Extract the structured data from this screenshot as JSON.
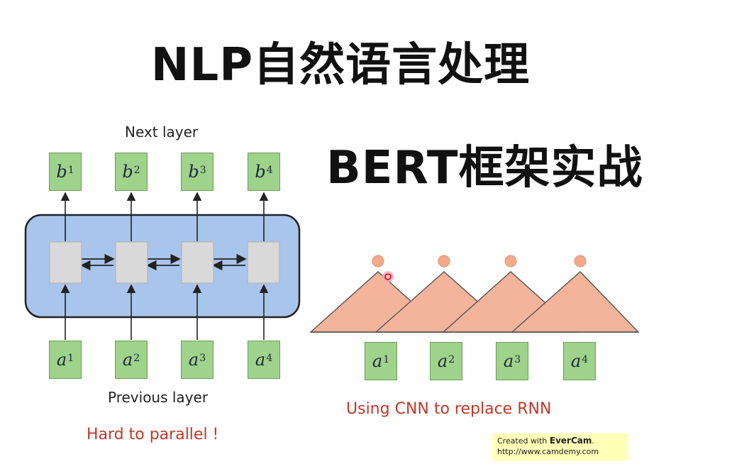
{
  "title": {
    "line1": "NLP自然语言处理",
    "line2": "BERT框架实战"
  },
  "rnn_diagram": {
    "next_layer_label": "Next layer",
    "previous_layer_label": "Previous layer",
    "note": "Hard to parallel !",
    "outputs": [
      {
        "base": "b",
        "sup": "1"
      },
      {
        "base": "b",
        "sup": "2"
      },
      {
        "base": "b",
        "sup": "3"
      },
      {
        "base": "b",
        "sup": "4"
      }
    ],
    "inputs": [
      {
        "base": "a",
        "sup": "1"
      },
      {
        "base": "a",
        "sup": "2"
      },
      {
        "base": "a",
        "sup": "3"
      },
      {
        "base": "a",
        "sup": "4"
      }
    ],
    "container_color": "#a9c5ec",
    "cell_color": "#d9d9d9"
  },
  "cnn_diagram": {
    "note": "Using CNN to replace RNN",
    "inputs": [
      {
        "base": "a",
        "sup": "1"
      },
      {
        "base": "a",
        "sup": "2"
      },
      {
        "base": "a",
        "sup": "3"
      },
      {
        "base": "a",
        "sup": "4"
      }
    ],
    "triangle_color": "#f4b39b",
    "node_color": "#f4a98a"
  },
  "watermark": {
    "prefix": "Created with ",
    "brand": "EverCam",
    "suffix": ".",
    "url": "http://www.camdemy.com"
  },
  "colors": {
    "box_fill": "#9fd28b",
    "note_red": "#c0392b"
  }
}
